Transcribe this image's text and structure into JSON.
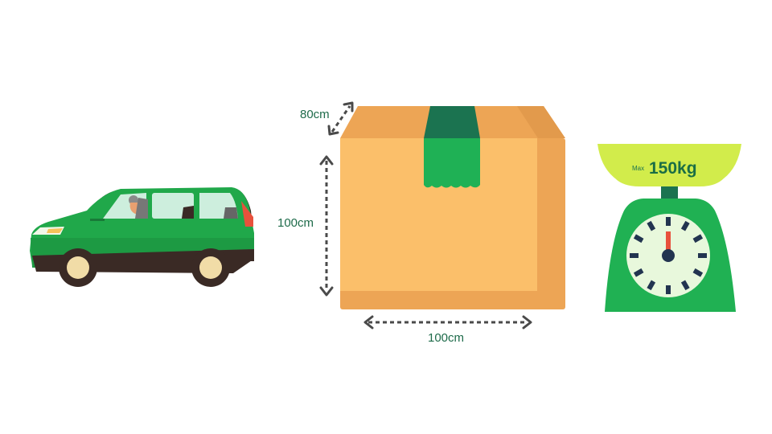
{
  "box": {
    "depth_label": "80cm",
    "height_label": "100cm",
    "width_label": "100cm"
  },
  "scale": {
    "max_prefix": "Max",
    "max_weight": "150kg"
  },
  "colors": {
    "car_green": "#20a84a",
    "box_front": "#fbbf6a",
    "box_side": "#eda555",
    "tape_green": "#1fb155",
    "tape_dark": "#1b7350",
    "scale_bowl": "#d2ec4b",
    "scale_body": "#20b153",
    "dial_face": "#e8f8dc",
    "dial_marks": "#223450",
    "needle": "#e8513c",
    "label_text": "#1e6b4a"
  }
}
